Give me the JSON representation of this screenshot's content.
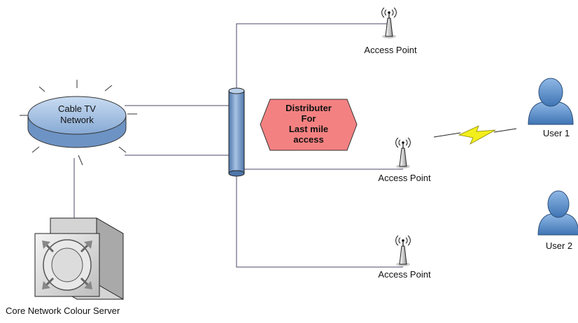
{
  "labels": {
    "cable_tv_line1": "Cable TV",
    "cable_tv_line2": "Network",
    "distributor_line1": "Distributer",
    "distributor_line2": "For",
    "distributor_line3": "Last mile",
    "distributor_line4": "access",
    "access_point_top": "Access Point",
    "access_point_middle": "Access Point",
    "access_point_bottom": "Access Point",
    "user1": "User 1",
    "user2": "User 2",
    "server": "Core Network Colour Server"
  },
  "colors": {
    "network_fill": "#a9c4e4",
    "distributor_fill": "#f48181",
    "pipe_fill": "#6f94c4",
    "user_fill": "#5b8fc9",
    "lightning": "#f3ef1c",
    "line": "#4a4a6a"
  },
  "icons": [
    "network-disk-icon",
    "server-icon",
    "pipe-icon",
    "access-point-icon",
    "user-icon",
    "lightning-icon"
  ]
}
